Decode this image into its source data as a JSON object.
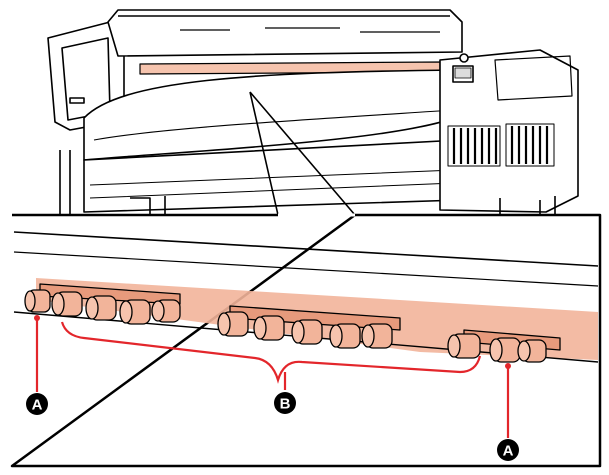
{
  "diagram": {
    "subject": "printer-pressure-rollers",
    "colors": {
      "outline": "#000000",
      "roller_fill": "#f2b49a",
      "roller_shade": "#e79a7c",
      "highlight_strip": "#f6c4ae",
      "leader_line": "#e3262b",
      "callout_fill": "#000000",
      "callout_text": "#ffffff",
      "body_fill": "#ffffff",
      "panel_gray": "#dcdcdc"
    },
    "callouts": [
      {
        "id": "A",
        "label": "A"
      },
      {
        "id": "B",
        "label": "B"
      },
      {
        "id": "A2",
        "label": "A"
      }
    ]
  }
}
